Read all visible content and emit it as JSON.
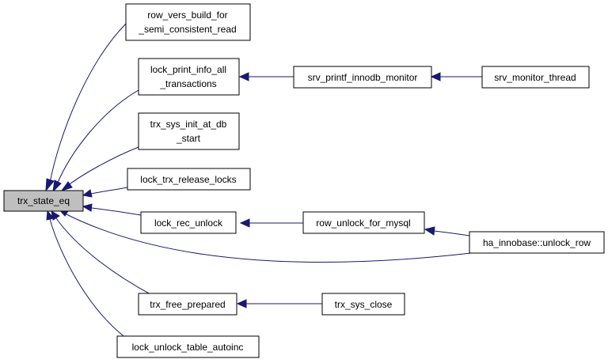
{
  "diagram": {
    "colors": {
      "edge": "#191970",
      "root_fill": "#bfbfbf",
      "node_fill": "#ffffff",
      "border": "#000000"
    },
    "nodes": {
      "trx_state_eq": [
        "trx_state_eq"
      ],
      "row_vers_build": [
        "row_vers_build_for",
        "_semi_consistent_read"
      ],
      "lock_print_info": [
        "lock_print_info_all",
        "_transactions"
      ],
      "srv_printf": [
        "srv_printf_innodb_monitor"
      ],
      "srv_monitor_thread": [
        "srv_monitor_thread"
      ],
      "trx_sys_init": [
        "trx_sys_init_at_db",
        "_start"
      ],
      "lock_trx_release_locks": [
        "lock_trx_release_locks"
      ],
      "lock_rec_unlock": [
        "lock_rec_unlock"
      ],
      "row_unlock_for_mysql": [
        "row_unlock_for_mysql"
      ],
      "ha_innobase_unlock_row": [
        "ha_innobase::unlock_row"
      ],
      "trx_free_prepared": [
        "trx_free_prepared"
      ],
      "trx_sys_close": [
        "trx_sys_close"
      ],
      "lock_unlock_table_autoinc": [
        "lock_unlock_table_autoinc"
      ]
    }
  }
}
